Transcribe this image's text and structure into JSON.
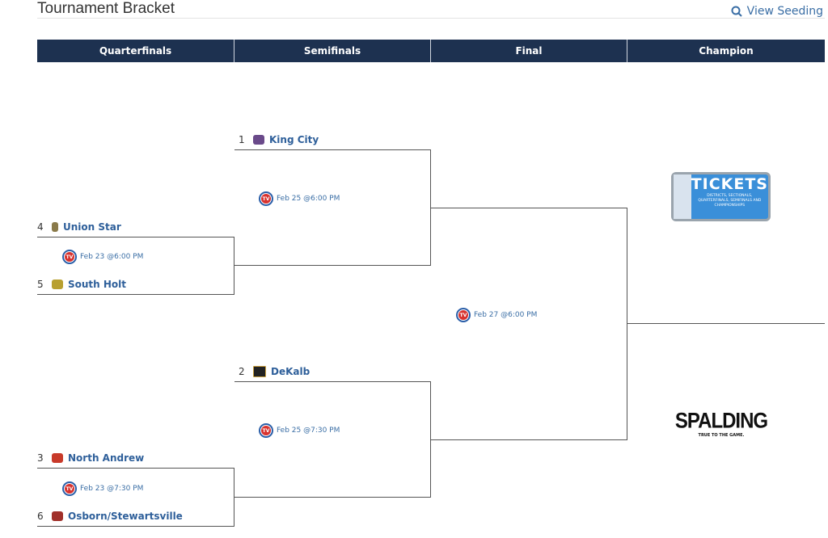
{
  "header": {
    "title": "Tournament Bracket",
    "view_seeding": "View Seeding"
  },
  "rounds": [
    "Quarterfinals",
    "Semifinals",
    "Final",
    "Champion"
  ],
  "quarterfinals": [
    {
      "top": {
        "seed": "4",
        "name": "Union Star"
      },
      "bottom": {
        "seed": "5",
        "name": "South Holt"
      },
      "game": "Feb 23 @6:00 PM"
    },
    {
      "top": {
        "seed": "3",
        "name": "North Andrew"
      },
      "bottom": {
        "seed": "6",
        "name": "Osborn/Stewartsville"
      },
      "game": "Feb 23 @7:30 PM"
    }
  ],
  "semifinals": [
    {
      "top": {
        "seed": "1",
        "name": "King City"
      },
      "game": "Feb 25 @6:00 PM"
    },
    {
      "top": {
        "seed": "2",
        "name": "DeKalb"
      },
      "game": "Feb 25 @7:30 PM"
    }
  ],
  "final": {
    "game": "Feb 27 @6:00 PM"
  },
  "ads": {
    "tickets_title": "TICKETS",
    "tickets_sub": "DISTRICTS, SECTIONALS, QUARTERFINALS, SEMIFINALS AND CHAMPIONSHIPS",
    "spalding": "SPALDING",
    "spalding_tag": "TRUE TO THE GAME."
  },
  "colors": {
    "header_bg": "#1d3150",
    "link": "#2e5f9a"
  }
}
